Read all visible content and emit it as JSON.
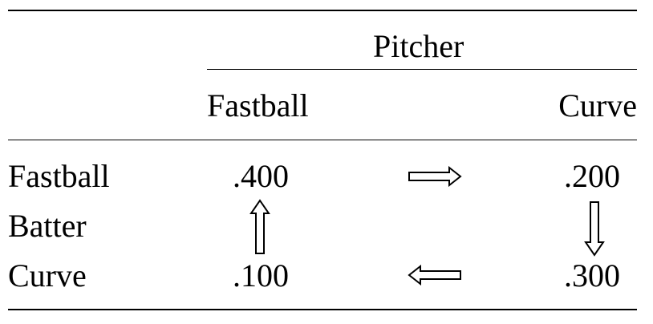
{
  "table": {
    "column_group_label": "Pitcher",
    "row_group_label": "Batter",
    "columns": [
      "Fastball",
      "Curve"
    ],
    "rows": [
      {
        "label": "Fastball",
        "values": [
          ".400",
          ".200"
        ]
      },
      {
        "label": "Curve",
        "values": [
          ".100",
          ".300"
        ]
      }
    ],
    "arrows": [
      {
        "from": "fastball-fastball",
        "to": "fastball-curve",
        "direction": "right"
      },
      {
        "from": "fastball-curve",
        "to": "curve-curve",
        "direction": "down"
      },
      {
        "from": "curve-curve",
        "to": "curve-fastball",
        "direction": "left"
      },
      {
        "from": "curve-fastball",
        "to": "fastball-fastball",
        "direction": "up"
      }
    ]
  }
}
